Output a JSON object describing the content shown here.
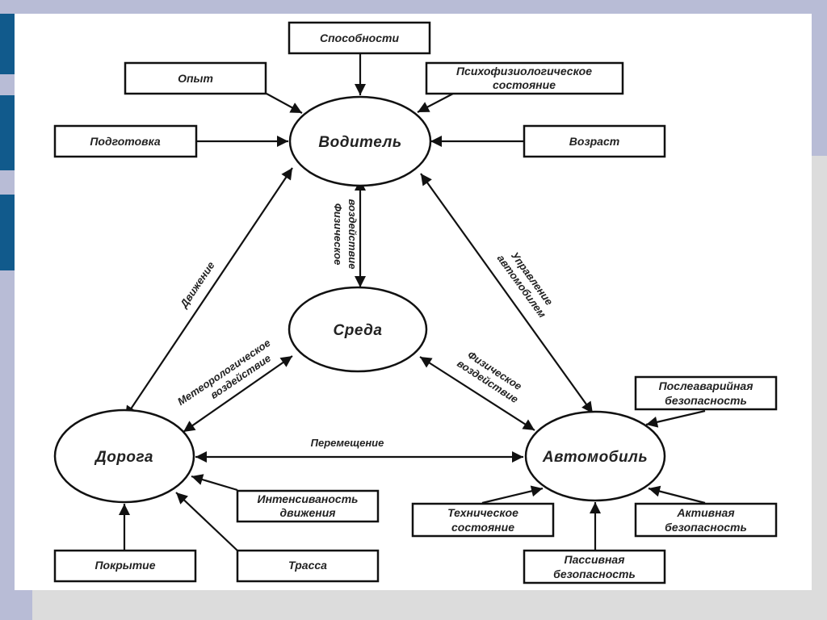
{
  "diagram": {
    "nodes": {
      "driver": "Водитель",
      "environment": "Среда",
      "road": "Дорога",
      "car": "Автомобиль"
    },
    "driver_factors": {
      "abilities": "Способности",
      "experience": "Опыт",
      "psycho_line1": "Психофизиологическое",
      "psycho_line2": "состояние",
      "training": "Подготовка",
      "age": "Возраст"
    },
    "road_factors": {
      "intensity_line1": "Интенсиваность",
      "intensity_line2": "движения",
      "surface": "Покрытие",
      "route": "Трасса"
    },
    "car_factors": {
      "postcrash_line1": "Послеаварийная",
      "postcrash_line2": "безопасность",
      "technical_line1": "Техническое",
      "technical_line2": "состояние",
      "active_line1": "Активная",
      "active_line2": "безопасность",
      "passive_line1": "Пассивная",
      "passive_line2": "безопасность"
    },
    "edge_labels": {
      "driver_env_line1": "Физическое",
      "driver_env_line2": "воздействие",
      "driver_road": "Движение",
      "driver_car_line1": "Управление",
      "driver_car_line2": "автомобилем",
      "env_road_line1": "Метеорологическое",
      "env_road_line2": "воздействие",
      "env_car_line1": "Физическое",
      "env_car_line2": "воздействие",
      "road_car": "Перемещение"
    }
  }
}
